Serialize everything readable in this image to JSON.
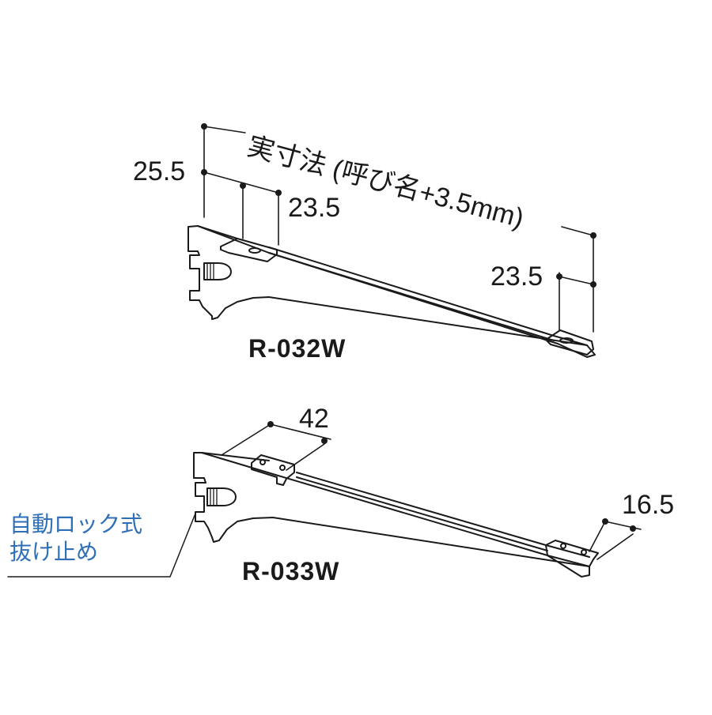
{
  "r032": {
    "model": "R-032W",
    "dim_depth_text": "実寸法 (呼び名+3.5mm)",
    "dim_left_height": "25.5",
    "dim_tab_width": "23.5",
    "dim_right_height": "23.5"
  },
  "r033": {
    "model": "R-033W",
    "dim_tab_width": "42",
    "dim_tip_width": "16.5"
  },
  "note": {
    "line1": "自動ロック式",
    "line2": "抜け止め",
    "color": "#2f6fb8"
  }
}
